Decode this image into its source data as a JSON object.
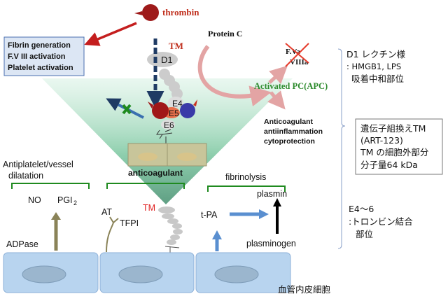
{
  "top": {
    "thrombin_label": "thrombin",
    "effects_box": [
      "Fibrin  generation",
      "F.V III activation",
      "Platelet activation"
    ],
    "tm_label": "TM",
    "domains": {
      "d1": "D1",
      "e4": "E4",
      "e5": "E5",
      "e6": "E6"
    },
    "protein_c": "Protein  C",
    "inhibited_factors": [
      "F.Va",
      "VIIIa"
    ],
    "apc_label": "Activated PC(APC)",
    "apc_effects": [
      "Anticoagulant",
      "antiinflammation",
      "cytoprotection"
    ],
    "cell_label": "anticoagulant"
  },
  "right_notes": {
    "d1_note": [
      "D1 レクチン様",
      ": HMGB1, LPS",
      "吸着中和部位"
    ],
    "recombinant_box": [
      "遺伝子組換えTM",
      "(ART-123)",
      "TM の細胞外部分",
      "分子量64 kDa"
    ],
    "e46_note": [
      "E4〜6",
      ":トロンビン結合",
      "部位"
    ]
  },
  "bottom": {
    "groups": [
      {
        "title": [
          "Antiplatelet/vessel",
          "dilatation"
        ],
        "items": [
          "NO",
          "PGI",
          "2"
        ],
        "source": "ADPase"
      },
      {
        "title": [
          "anticoagulant"
        ],
        "items": [
          "AT",
          "TFPI",
          "TM"
        ]
      },
      {
        "title": [
          "fibrinolysis"
        ],
        "items": [
          "t-PA",
          "plasmin",
          "plasminogen"
        ]
      }
    ],
    "endothelium_label": "血管内皮細胞"
  },
  "colors": {
    "thrombin": "#a01818",
    "triangle": "#8fd4b0",
    "apc": "#2e8b2e",
    "cell": "#b8d4ef",
    "bracket": "#1f8a1f",
    "arc": "#e8a8a8"
  }
}
